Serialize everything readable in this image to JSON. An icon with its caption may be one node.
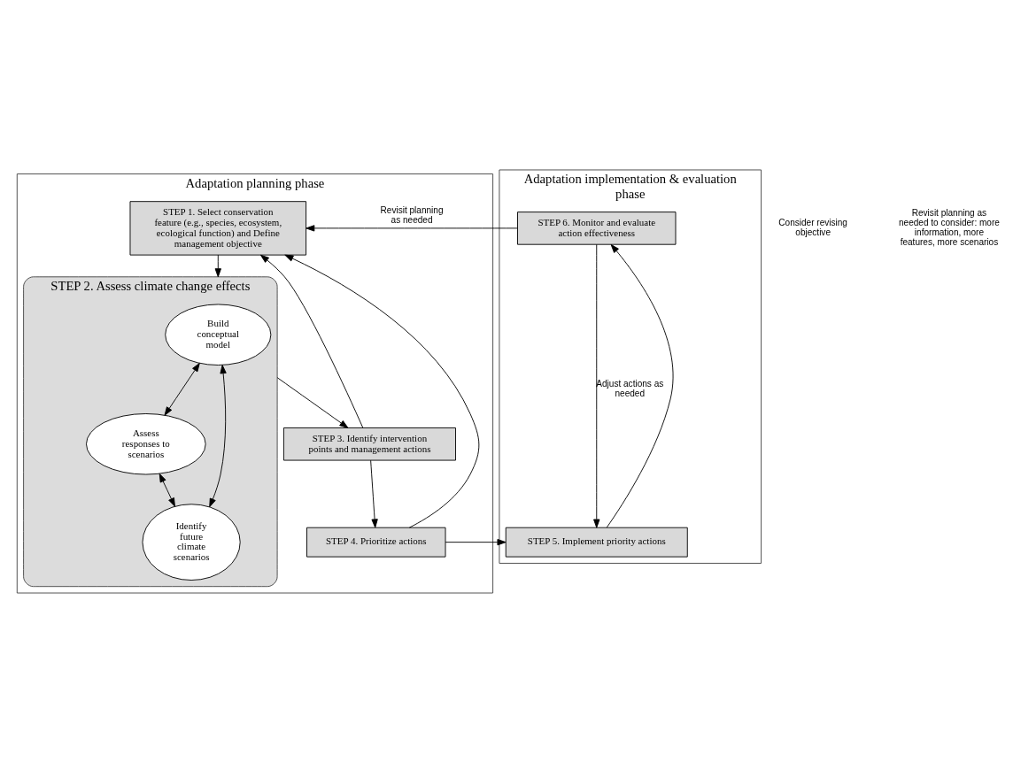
{
  "diagram": {
    "nodes": [
      {
        "text": [
          "Adaptation planning phase"
        ]
      },
      {
        "text": [
          "STEP 1. Select conservation feature (e.g., species, ecosystem, ecological function) and Define management objective"
        ],
        "in": 0
      },
      {
        "text": [
          "STEP 2. Assess climate change effects"
        ],
        "in": 0
      },
      {
        "text": [
          "Build conceptual model"
        ],
        "in": 2
      },
      {
        "text": [
          "Assess responses to scenarios"
        ],
        "in": 2
      },
      {
        "text": [
          "Identify future climate scenarios"
        ],
        "in": 2
      },
      {
        "text": [
          "STEP 3. Identify intervention points and management actions"
        ],
        "in": 0
      },
      {
        "text": [
          "STEP 4. Prioritize actions"
        ],
        "in": 0
      },
      {
        "text": [
          "Adaptation implementation & evaluation phase"
        ]
      },
      {
        "text": [
          "STEP 6. Monitor and evaluate action effectiveness"
        ],
        "in": 8
      },
      {
        "text": [
          "STEP 5. Implement priority actions"
        ],
        "in": 8
      }
    ],
    "edges": [
      {
        "from": 1,
        "to": 2,
        "arrow": "to"
      },
      {
        "from": 3,
        "to": 4,
        "arrow": "both"
      },
      {
        "from": 3,
        "to": 5,
        "arrow": "both"
      },
      {
        "from": 4,
        "to": 5,
        "arrow": "both"
      },
      {
        "from": 2,
        "to": 6,
        "arrow": "to"
      },
      {
        "from": 6,
        "to": 7,
        "arrow": "to"
      },
      {
        "from": 6,
        "to": 1,
        "arrow": "to"
      },
      {
        "from": 7,
        "to": 1,
        "arrow": "to"
      },
      {
        "from": 7,
        "to": 10,
        "arrow": "to"
      },
      {
        "from": 10,
        "to": 9,
        "arrow": "to"
      },
      {
        "from": 9,
        "to": 1,
        "arrow": "to",
        "label": "Revisit planning as needed"
      },
      {
        "from": 9,
        "to": 10,
        "arrow": "to",
        "label": "Adjust actions as needed"
      }
    ],
    "labels": [
      "Consider revising objective",
      "Revisit planning as needed to consider: more information, more features, more scenarios"
    ]
  }
}
